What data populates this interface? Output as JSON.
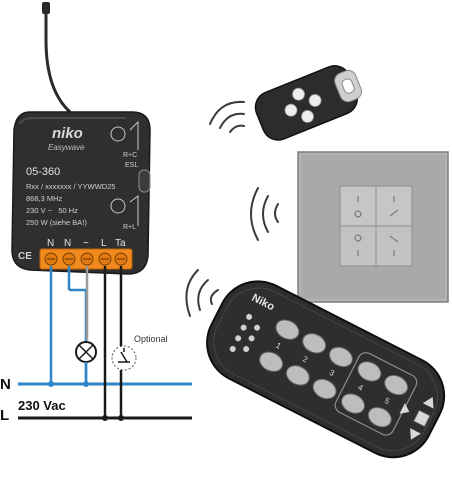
{
  "module": {
    "brand": "niko",
    "sub_brand": "Easywave",
    "model": "05-360",
    "serial": "Rxx / xxxxxxx / YYWWD25",
    "frequency": "868,3 MHz",
    "voltage": "230 V ~   50 Hz",
    "power": "250 W (siehe BA!)",
    "button_rc_label": "R+C",
    "button_esl_label": "ESL",
    "button_rl_label": "R+L",
    "terminals": [
      "N",
      "N",
      "~",
      "L",
      "Ta"
    ],
    "ce_mark": "CE"
  },
  "wiring": {
    "optional_label": "Optional",
    "neutral_label": "N",
    "line_label": "L",
    "voltage_label": "230 Vac"
  },
  "remote": {
    "brand": "Niko",
    "channel_numbers": [
      "1",
      "2",
      "3",
      "4",
      "5"
    ]
  },
  "colors": {
    "module_body": "#2f2f2f",
    "terminal_block": "#f08a1c",
    "neutral_wire": "#2e86c8",
    "wall_switch_frame": "#a9a9ab",
    "wall_switch_plate": "#c4c4c6"
  }
}
